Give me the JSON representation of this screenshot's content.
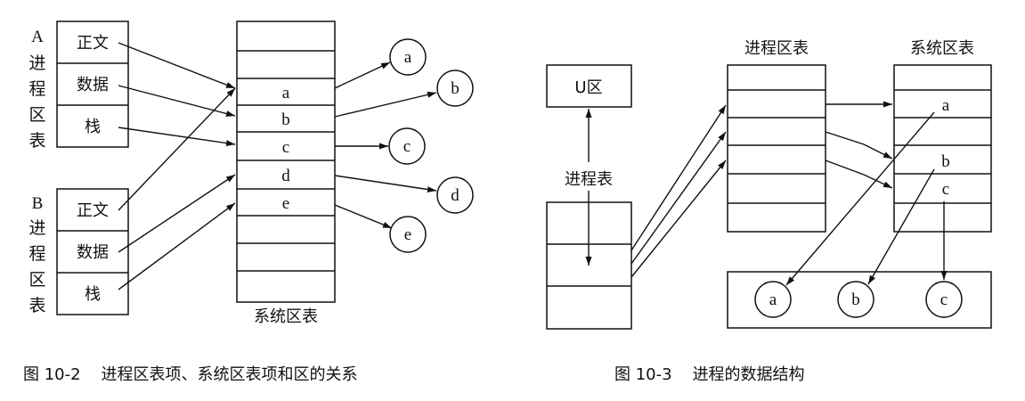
{
  "fig2": {
    "proc_a": {
      "letter": "A",
      "side": [
        "进",
        "程",
        "区",
        "表"
      ],
      "rows": [
        "正文",
        "数据",
        "栈"
      ]
    },
    "proc_b": {
      "letter": "B",
      "side": [
        "进",
        "程",
        "区",
        "表"
      ],
      "rows": [
        "正文",
        "数据",
        "栈"
      ]
    },
    "sys_table": {
      "rows": [
        "",
        "",
        "a",
        "b",
        "c",
        "d",
        "e",
        "",
        "",
        ""
      ],
      "label": "系统区表"
    },
    "regions": [
      "a",
      "b",
      "c",
      "d",
      "e"
    ],
    "caption": "图 10-2    进程区表项、系统区表项和区的关系"
  },
  "fig3": {
    "u_area": "U区",
    "proc_table_label": "进程表",
    "proc_region_label": "进程区表",
    "sys_region_label": "系统区表",
    "sys_table_rows": [
      "",
      "a",
      "",
      "b",
      "c",
      ""
    ],
    "regions": [
      "a",
      "b",
      "c"
    ],
    "caption": "图 10-3    进程的数据结构"
  }
}
